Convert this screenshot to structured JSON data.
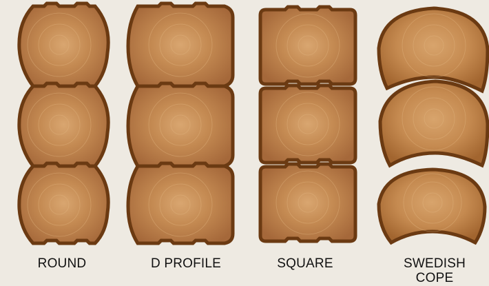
{
  "profiles": [
    {
      "id": "round",
      "label_lines": [
        "ROUND"
      ]
    },
    {
      "id": "d",
      "label_lines": [
        "D PROFILE"
      ]
    },
    {
      "id": "square",
      "label_lines": [
        "SQUARE"
      ]
    },
    {
      "id": "swedish",
      "label_lines": [
        "SWEDISH",
        "COPE"
      ]
    }
  ],
  "colors": {
    "background": "#eeeae2",
    "bark_outline": "#6b3a12",
    "wood_light": "#d9a670",
    "wood_mid": "#c48a52",
    "wood_dark": "#a5683a",
    "ring": "#e3b884",
    "label_text": "#111111"
  }
}
